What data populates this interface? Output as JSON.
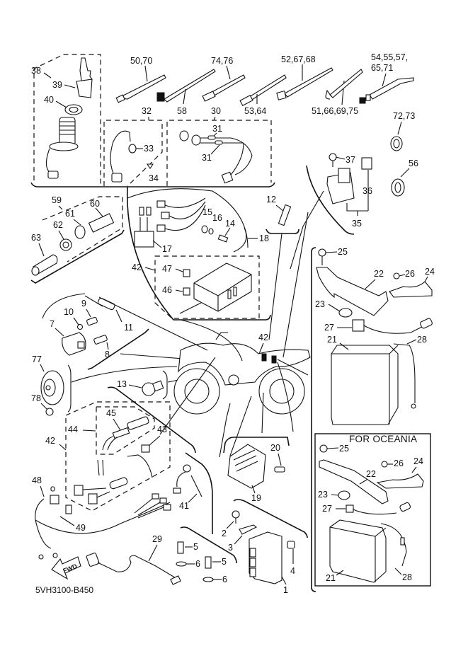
{
  "diagram": {
    "title": "Electrical parts exploded diagram",
    "drawing_code": "5VH3100-B450",
    "oceania_box_title": "FOR OCEANIA",
    "fwd_arrow_label": "FWD",
    "callouts": {
      "c38": "38",
      "c39": "39",
      "c40": "40",
      "c50_70": "50,70",
      "c58": "58",
      "c74_76": "74,76",
      "c53_64": "53,64",
      "c52_67_68": "52,67,68",
      "c51_66_69_75": "51,66,69,75",
      "c54_55_57": "54,55,57,",
      "c65_71": "65,71",
      "c32": "32",
      "c33": "33",
      "c34": "34",
      "c30": "30",
      "c31a": "31",
      "c31b": "31",
      "c72_73": "72,73",
      "c56": "56",
      "c37": "37",
      "c36": "36",
      "c35": "35",
      "c59": "59",
      "c60": "60",
      "c61": "61",
      "c62": "62",
      "c63": "63",
      "c12": "12",
      "c15": "15",
      "c16": "16",
      "c14": "14",
      "c18": "18",
      "c17": "17",
      "c42a": "42",
      "c47": "47",
      "c46": "46",
      "c9": "9",
      "c10": "10",
      "c11": "11",
      "c7": "7",
      "c8": "8",
      "c77": "77",
      "c78": "78",
      "c13": "13",
      "c42b": "42",
      "c25": "25",
      "c22": "22",
      "c26": "26",
      "c24": "24",
      "c23": "23",
      "c27": "27",
      "c21": "21",
      "c28": "28",
      "c42c": "42",
      "c44": "44",
      "c45": "45",
      "c43": "43",
      "c48": "48",
      "c49": "49",
      "c41": "41",
      "c20": "20",
      "c19": "19",
      "c2": "2",
      "c3": "3",
      "c4": "4",
      "c1": "1",
      "c29": "29",
      "c5a": "5",
      "c6a": "6",
      "c5b": "5",
      "c6b": "6",
      "o25": "25",
      "o22": "22",
      "o26": "26",
      "o24": "24",
      "o23": "23",
      "o27": "27",
      "o21": "21",
      "o28": "28"
    },
    "icons": {
      "fwd": "fwd-arrow-icon"
    }
  }
}
